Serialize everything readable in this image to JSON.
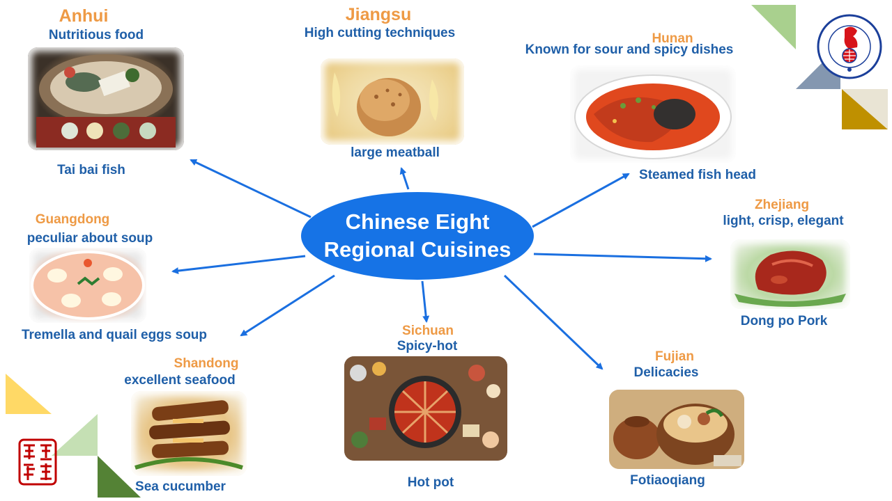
{
  "title": {
    "line1": "Chinese Eight",
    "line2": "Regional Cuisines"
  },
  "cuisines": {
    "anhui": {
      "region": "Anhui",
      "feature": "Nutritious food",
      "dish": "Tai bai fish"
    },
    "jiangsu": {
      "region": "Jiangsu",
      "feature": "High cutting techniques",
      "dish": "large meatball"
    },
    "hunan": {
      "region": "Hunan",
      "feature": "Known for sour and spicy dishes",
      "dish": "Steamed fish head"
    },
    "guangdong": {
      "region": "Guangdong",
      "feature": "peculiar about soup",
      "dish": "Tremella and quail eggs soup"
    },
    "zhejiang": {
      "region": "Zhejiang",
      "feature": "light, crisp, elegant",
      "dish": "Dong po Pork"
    },
    "sichuan": {
      "region": "Sichuan",
      "feature": "Spicy-hot",
      "dish": "Hot pot"
    },
    "shandong": {
      "region": "Shandong",
      "feature": "excellent seafood",
      "dish": "Sea cucumber"
    },
    "fujian": {
      "region": "Fujian",
      "feature": "Delicacies",
      "dish": "Fotiaoqiang"
    }
  },
  "colors": {
    "oval": "#1673e6",
    "arrow": "#1a6fe0",
    "region_text": "#ee9a45",
    "body_text": "#1f5fa8",
    "deco_green": "#a9d08e",
    "deco_slate": "#8497b0",
    "deco_gold": "#bf9000",
    "deco_yellow": "#ffd966",
    "deco_darkgreen": "#548235",
    "seal_red": "#c00000"
  },
  "icons": {
    "school_logo": "rooster-emblem-icon",
    "seal": "red-seal-icon"
  }
}
